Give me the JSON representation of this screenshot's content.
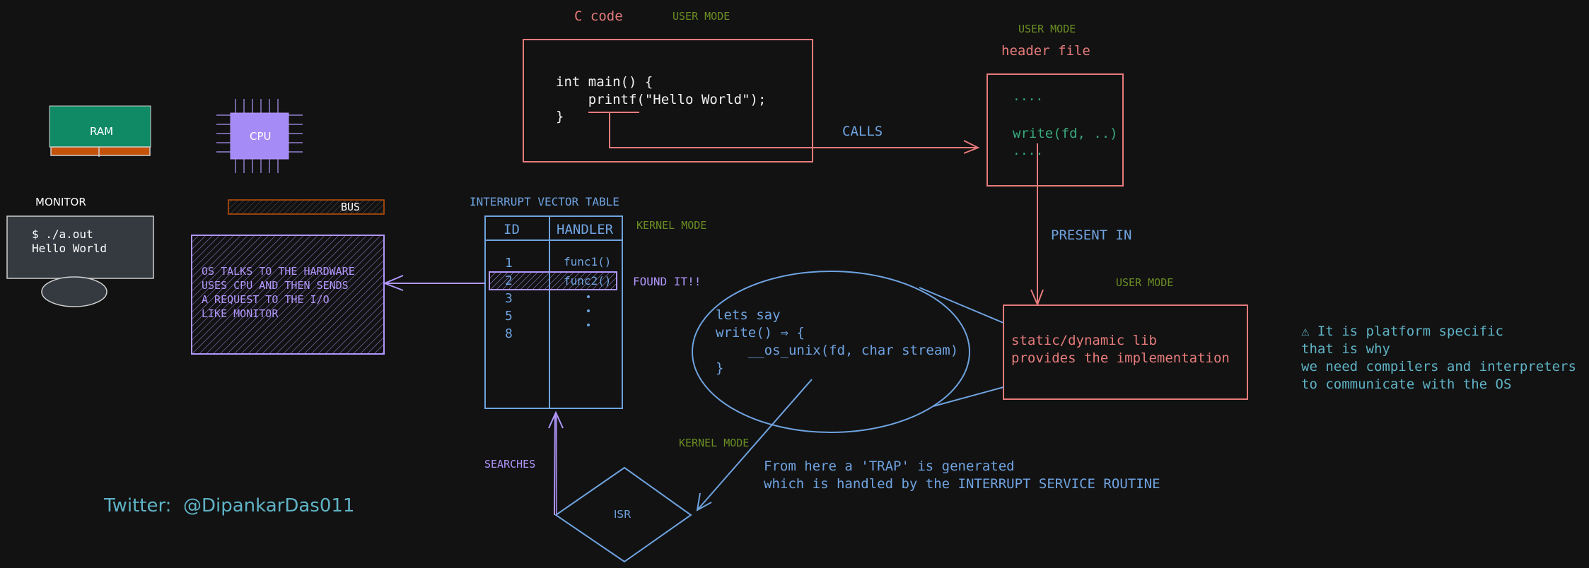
{
  "code_block": {
    "title": "C code",
    "mode": "USER MODE",
    "lines": [
      "int main() {",
      "    printf(\"Hello World\");",
      "}"
    ]
  },
  "header_block": {
    "mode": "USER MODE",
    "title": "header file",
    "lines": [
      "....",
      "write(fd, ..)",
      "...."
    ]
  },
  "calls_label": "CALLS",
  "present_in_label": "PRESENT IN",
  "lib_block": {
    "mode": "USER MODE",
    "lines": [
      "static/dynamic lib",
      "provides the implementation"
    ]
  },
  "note": {
    "lines": [
      "⚠ It is platform specific",
      "that is why",
      "we need compilers and interpreters",
      "to communicate with the OS"
    ]
  },
  "ellipse_code": {
    "lines": [
      "lets say",
      "write() ⇒ {",
      "    __os_unix(fd, char stream)",
      "}"
    ]
  },
  "trap_note": {
    "lines": [
      "From here a 'TRAP' is generated",
      "which is handled by the INTERRUPT SERVICE ROUTINE"
    ]
  },
  "kernel_mode_isr": "KERNEL MODE",
  "isr_label": "ISR",
  "searches_label": "SEARCHES",
  "ivt": {
    "title": "INTERRUPT VECTOR TABLE",
    "mode": "KERNEL MODE",
    "columns": [
      "ID",
      "HANDLER"
    ],
    "ids": [
      "1",
      "2",
      "3",
      "5",
      "8"
    ],
    "handlers": [
      "func1()",
      "func2()"
    ],
    "found_label": "FOUND IT!!"
  },
  "os_box": {
    "lines": [
      "OS TALKS TO THE HARDWARE",
      "USES CPU AND THEN SENDS",
      "A REQUEST TO THE I/O",
      "LIKE MONITOR"
    ]
  },
  "hardware": {
    "ram_label": "RAM",
    "cpu_label": "CPU",
    "bus_label": "BUS",
    "monitor_label": "MONITOR",
    "monitor_lines": [
      "$ ./a.out",
      "Hello World"
    ]
  },
  "twitter": "Twitter:  @DipankarDas011",
  "colors": {
    "background": "#121212",
    "salmon": "#e77b7b",
    "olive": "#6b8e23",
    "blue": "#6fa3e0",
    "purple": "#b197fc",
    "teal": "#38a97c",
    "cyan_note": "#5fb3c6"
  }
}
